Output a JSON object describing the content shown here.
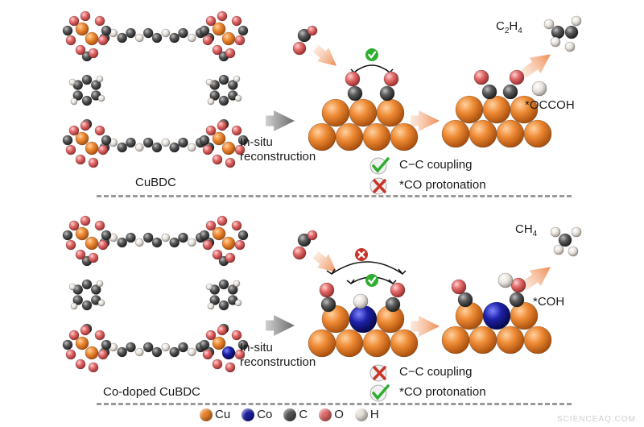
{
  "top": {
    "mof_label": "CuBDC",
    "process_label_1": "In-situ",
    "process_label_2": "reconstruction",
    "product_prefix": "C",
    "product_sub1": "2",
    "product_mid": "H",
    "product_sub2": "4",
    "intermediate": "*OCCOH",
    "check_1_text": "C−C coupling",
    "check_2_text": "*CO protonation"
  },
  "bottom": {
    "mof_label": "Co-doped CuBDC",
    "process_label_1": "In-situ",
    "process_label_2": "reconstruction",
    "product_prefix": "CH",
    "product_sub": "4",
    "intermediate": "*COH",
    "check_1_text": "C−C coupling",
    "check_2_text": "*CO protonation"
  },
  "legend": [
    {
      "label": "Cu",
      "color": "#e8832a"
    },
    {
      "label": "Co",
      "color": "#1c1f9e"
    },
    {
      "label": "C",
      "color": "#555555"
    },
    {
      "label": "O",
      "color": "#e06a6a"
    },
    {
      "label": "H",
      "color": "#e8e2dc"
    }
  ],
  "watermark": "SCIENCEAQ.COM",
  "colors": {
    "cu": "#e8832a",
    "co": "#1c1f9e",
    "c": "#555555",
    "o": "#e06a6a",
    "h": "#e8e2dc",
    "arrow_orange": "#f0a070",
    "arrow_gray": "#7a7a7a",
    "check_green": "#2fae2f",
    "cross_red": "#c8342a"
  }
}
